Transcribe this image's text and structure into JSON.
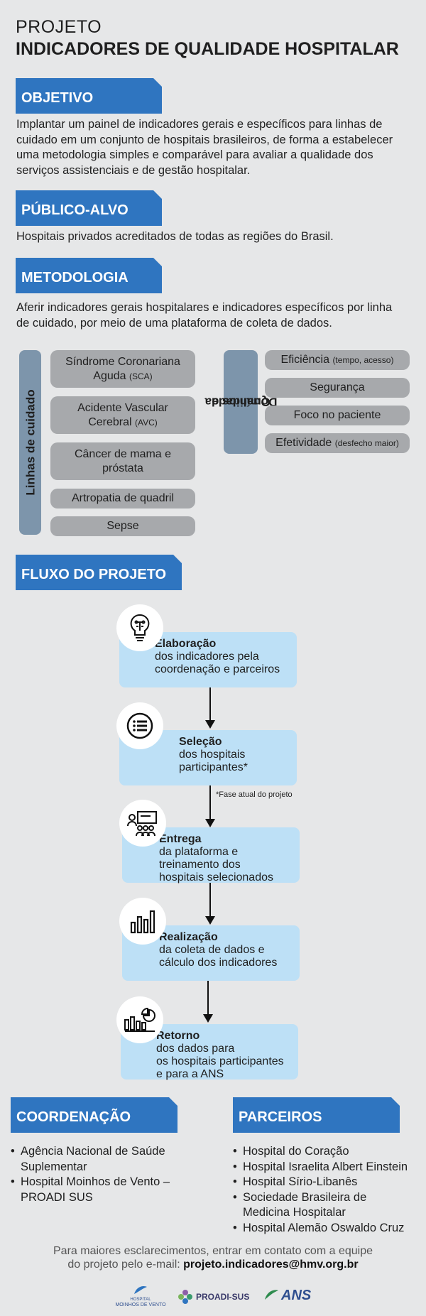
{
  "header": {
    "line1": "PROJETO",
    "line2": "INDICADORES DE QUALIDADE HOSPITALAR"
  },
  "objetivo": {
    "title": "OBJETIVO",
    "lines": [
      "Implantar um painel de indicadores gerais e específicos para linhas de",
      "cuidado em um conjunto de hospitais brasileiros, de forma a estabelecer",
      "uma metodologia simples e comparável para avaliar a qualidade dos",
      "serviços assistenciais e de gestão hospitalar."
    ]
  },
  "publico": {
    "title": "PÚBLICO-ALVO",
    "text": "Hospitais privados acreditados de todas as regiões do Brasil."
  },
  "metodologia": {
    "title": "METODOLOGIA",
    "lines": [
      "Aferir indicadores gerais hospitalares e indicadores específicos por linha",
      "de cuidado, por meio de uma plataforma de coleta de dados."
    ],
    "linhas_label": "Linhas de cuidado",
    "linhas": [
      {
        "main1": "Síndrome Coronariana",
        "main2": "Aguda",
        "small": "(SCA)"
      },
      {
        "main1": "Acidente Vascular",
        "main2": "Cerebral",
        "small": "(AVC)"
      },
      {
        "main1": "Câncer de mama e",
        "main2": "próstata",
        "small": ""
      },
      {
        "main1": "Artropatia de quadril",
        "main2": "",
        "small": ""
      },
      {
        "main1": "Sepse",
        "main2": "",
        "small": ""
      }
    ],
    "dominios_label1": "Domínios da",
    "dominios_label2": "Qualidade",
    "dominios": [
      {
        "main": "Eficiência",
        "small": "(tempo, acesso)"
      },
      {
        "main": "Segurança",
        "small": ""
      },
      {
        "main": "Foco no paciente",
        "small": ""
      },
      {
        "main": "Efetividade",
        "small": "(desfecho maior)"
      }
    ]
  },
  "fluxo": {
    "title": "FLUXO DO PROJETO",
    "steps": [
      {
        "title": "Elaboração",
        "line1": "dos indicadores pela",
        "line2": "coordenação e parceiros",
        "line3": ""
      },
      {
        "title": "Seleção",
        "line1": "dos hospitais",
        "line2": "participantes*",
        "line3": ""
      },
      {
        "title": "Entrega",
        "line1": "da plataforma e",
        "line2": "treinamento dos",
        "line3": "hospitais selecionados"
      },
      {
        "title": "Realização",
        "line1": "da coleta de dados e",
        "line2": "cálculo dos indicadores",
        "line3": ""
      },
      {
        "title": "Retorno",
        "line1": "dos dados para",
        "line2": "os hospitais participantes",
        "line3": "e para a ANS"
      }
    ],
    "note": "*Fase atual do projeto"
  },
  "coordenacao": {
    "title": "COORDENAÇÃO",
    "items": [
      {
        "l1": "Agência Nacional de Saúde",
        "l2": "Suplementar"
      },
      {
        "l1": "Hospital Moinhos de Vento –",
        "l2": "PROADI SUS"
      }
    ]
  },
  "parceiros": {
    "title": "PARCEIROS",
    "items": [
      {
        "l1": "Hospital do Coração",
        "l2": ""
      },
      {
        "l1": "Hospital Israelita Albert Einstein",
        "l2": ""
      },
      {
        "l1": "Hospital Sírio-Libanês",
        "l2": ""
      },
      {
        "l1": "Sociedade Brasileira de",
        "l2": "Medicina Hospitalar"
      },
      {
        "l1": "Hospital Alemão Oswaldo Cruz",
        "l2": ""
      }
    ]
  },
  "footer": {
    "line1": "Para maiores esclarecimentos, entrar em contato com a equipe",
    "line2_prefix": "do projeto pelo e-mail: ",
    "email": "projeto.indicadores@hmv.org.br"
  },
  "logos": {
    "hmv_small": "HOSPITAL",
    "hmv_name": "MOINHOS DE VENTO",
    "proadi": "PROADI-SUS",
    "ans": "ANS"
  },
  "colors": {
    "accent": "#2f75c0",
    "background": "#e6e7e8",
    "pill": "#a7a9ac",
    "vertical_label": "#7d95ab",
    "flow_box": "#bde0f6"
  }
}
